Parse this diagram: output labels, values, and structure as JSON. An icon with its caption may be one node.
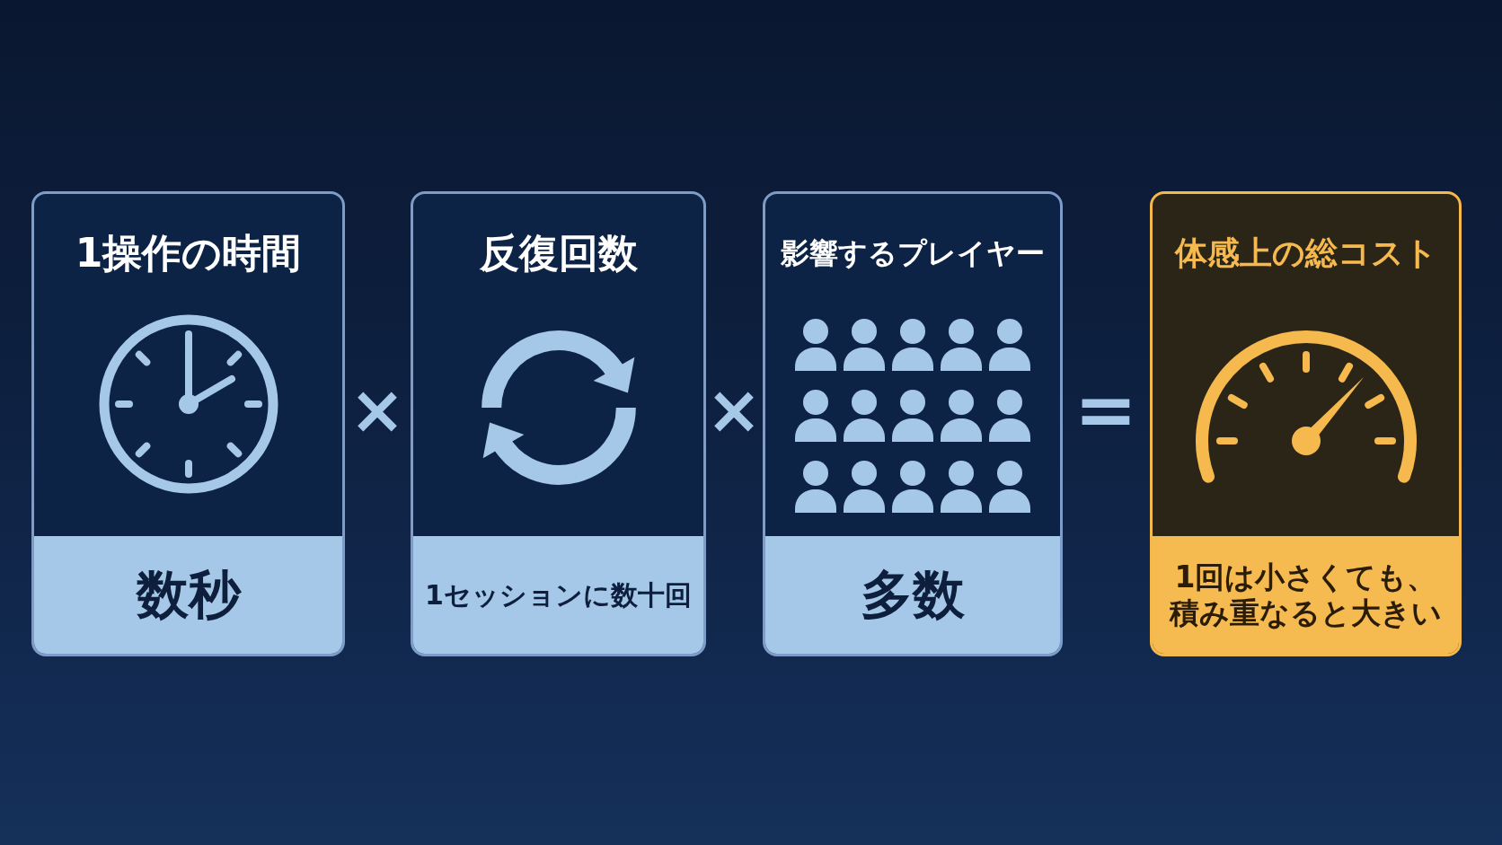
{
  "diagram": {
    "nodes": [
      {
        "text": [
          "1操作の時間",
          "数秒"
        ]
      },
      {
        "text": [
          "反復回数",
          "1セッションに数十回"
        ]
      },
      {
        "text": [
          "影響するプレイヤー",
          "多数"
        ]
      },
      {
        "text": [
          "体感上の総コスト",
          "1回は小さくても、積み重なると大きい"
        ]
      }
    ],
    "labels": [
      "×",
      "×",
      "="
    ]
  }
}
